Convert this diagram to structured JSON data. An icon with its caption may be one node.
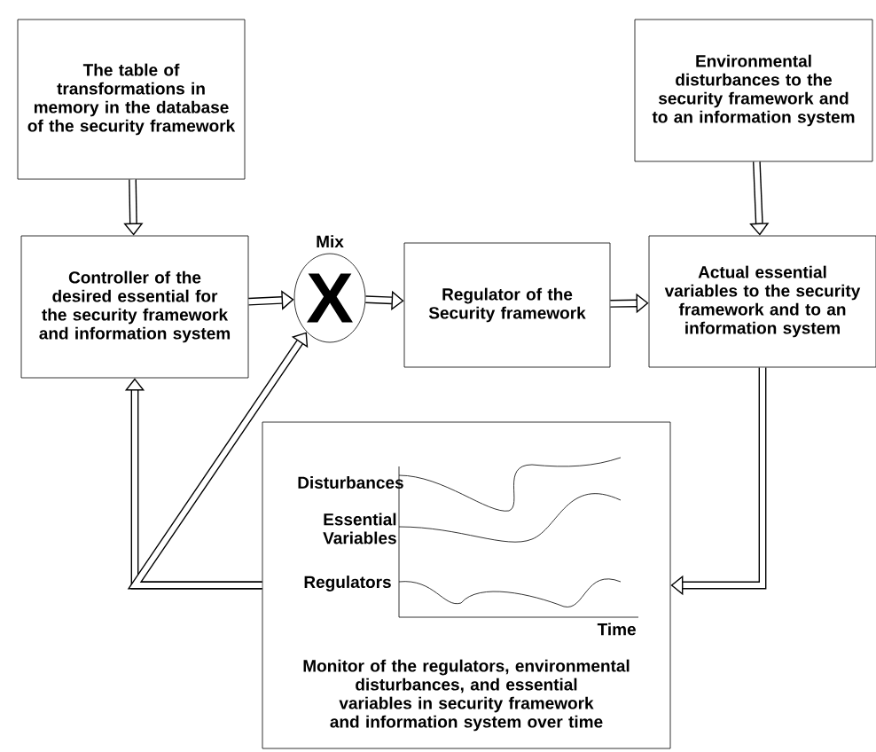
{
  "diagram": {
    "nodes": [
      {
        "text": [
          "The table of transformations in memory in the database of the security framework"
        ]
      },
      {
        "text": [
          "Environmental disturbances to the security framework and to an information system"
        ]
      },
      {
        "text": [
          "Controller of the desired essential for the security framework and information system"
        ]
      },
      {
        "text": [
          "Mix",
          "X"
        ]
      },
      {
        "text": [
          "Regulator of the Security framework"
        ]
      },
      {
        "text": [
          "Actual essential variables to the security framework and to an information system"
        ]
      },
      {
        "text": [
          "Monitor of the regulators, environmental disturbances, and essential variables in security framework and information system over time"
        ]
      }
    ],
    "edges": [
      {
        "from": 0,
        "to": 2,
        "arrow": "to"
      },
      {
        "from": 1,
        "to": 5,
        "arrow": "to"
      },
      {
        "from": 2,
        "to": 3,
        "arrow": "to"
      },
      {
        "from": 3,
        "to": 4,
        "arrow": "to"
      },
      {
        "from": 4,
        "to": 5,
        "arrow": "to"
      },
      {
        "from": 5,
        "to": 6,
        "arrow": "to"
      },
      {
        "from": 6,
        "to": 2,
        "arrow": "to"
      },
      {
        "from": 6,
        "to": 3,
        "arrow": "to"
      }
    ],
    "labels": [
      "Disturbances",
      "Essential Variables",
      "Regulators",
      "Time"
    ]
  }
}
